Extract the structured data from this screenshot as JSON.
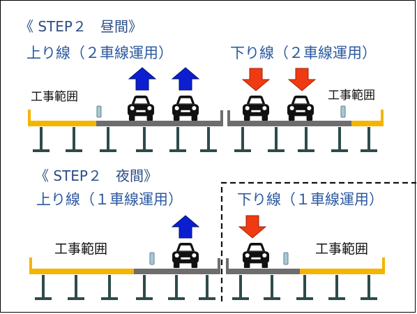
{
  "colors": {
    "title_blue": "#1f5aa8",
    "work_zone_yellow": "#f5b400",
    "road_gray": "#6d6d6d",
    "pier_teal": "#2e4b4b",
    "up_arrow_blue": "#0b1fd1",
    "down_arrow_red": "#f03a12",
    "barrier_lightblue": "#a9c7d6"
  },
  "icons": [
    "car-icon",
    "arrow-up-icon",
    "arrow-down-icon",
    "barrier-icon"
  ],
  "step_day": {
    "title": "《 STEP２　昼間》",
    "up_label": "上り線（２車線運用）",
    "down_label": "下り線（２車線運用）",
    "work_left": "工事範囲",
    "work_right": "工事範囲"
  },
  "step_night": {
    "title": "《 STEP２　夜間》",
    "up_label": "上り線（１車線運用）",
    "down_label": "下り線（１車線運用）",
    "work_left": "工事範囲",
    "work_right": "工事範囲"
  }
}
